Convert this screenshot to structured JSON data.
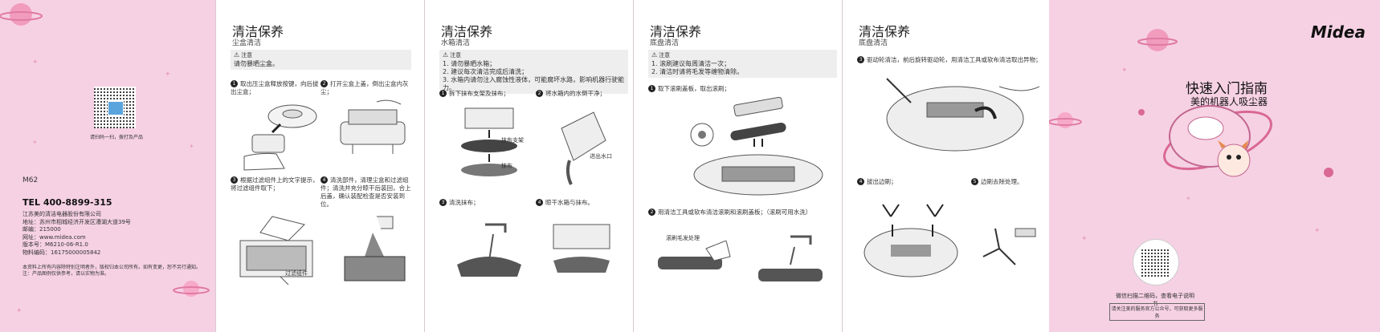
{
  "back_panel": {
    "qr_caption": "请扫码一扫，拨打及产品",
    "model": "M62",
    "tel": "TEL 400-8899-315",
    "company": "江苏美的清洁电器股份有限公司",
    "address": "地址：苏州市相城经济开发区漕湖大道39号",
    "postcode": "邮编：215000",
    "website": "网址：www.midea.com",
    "version": "版本号：M6210-06-R1.0",
    "material": "物料编码：16175000005842",
    "notice": "本资料上所有内容除特别注明者外，版权归本公司所有。如有变更，恕不另行通知。注：产品图例仅供参考，请以实物为准。"
  },
  "panel1": {
    "title": "清洁保养",
    "subtitle": "尘盒清洁",
    "warning_label": "注意",
    "warnings": [
      "请勿暴晒尘盒。"
    ],
    "steps": [
      {
        "n": "1",
        "text": "取出压尘盒释放按键，向后拔出尘盒；"
      },
      {
        "n": "2",
        "text": "打开尘盒上盖，倒出尘盒内灰尘；"
      },
      {
        "n": "3",
        "text": "根据过滤组件上的文字提示，将过滤组件取下；"
      },
      {
        "n": "4",
        "text": "清洗部件，清理尘盒和过滤组件；清洗并充分晾干后装回，合上后盖，确认装配检查是否安装到位。"
      }
    ],
    "callout": "过滤组件"
  },
  "panel2": {
    "title": "清洁保养",
    "subtitle": "水箱清洁",
    "warning_label": "注意",
    "warnings": [
      "1. 请勿暴晒水箱；",
      "2. 建议每次清洁完成后清洗；",
      "3. 水箱内请勿注入腐蚀性液体，可能腐坏水路，影响机器行驶能力。"
    ],
    "steps": [
      {
        "n": "1",
        "text": "拆下抹布支架及抹布；"
      },
      {
        "n": "2",
        "text": "将水箱内的水倒干净；"
      },
      {
        "n": "3",
        "text": "清洗抹布；"
      },
      {
        "n": "4",
        "text": "晾干水箱与抹布。"
      }
    ],
    "callouts": [
      "抹布支架",
      "抹布",
      "进出水口"
    ]
  },
  "panel3": {
    "title": "清洁保养",
    "subtitle": "底盘清洁",
    "warning_label": "注意",
    "warnings": [
      "1. 滚刷建议每周清洁一次；",
      "2. 清洁时请将毛发等缠物清除。"
    ],
    "steps": [
      {
        "n": "1",
        "text": "取下滚刷盖板，取出滚刷；"
      },
      {
        "n": "2",
        "text": "用清洁工具或软布清洁滚刷和滚刷盖板；（滚刷可用水洗）"
      }
    ],
    "callout": "滚刷毛发处理"
  },
  "panel4": {
    "title": "清洁保养",
    "subtitle": "底盘清洁",
    "steps": [
      {
        "n": "3",
        "text": "驱动轮清洁，前后旋转驱动轮，用清洁工具或软布清洁取出异物；"
      },
      {
        "n": "4",
        "text": "拔出边刷；"
      },
      {
        "n": "5",
        "text": "边刷去除处理。"
      }
    ]
  },
  "cover": {
    "brand": "Midea",
    "title": "快速入门指南",
    "subtitle": "美的机器人吸尘器",
    "qr_caption": "微信扫描二维码，查看电子说明书",
    "qr_note": "请关注美的服务官方公众号，可获取更多服务"
  }
}
